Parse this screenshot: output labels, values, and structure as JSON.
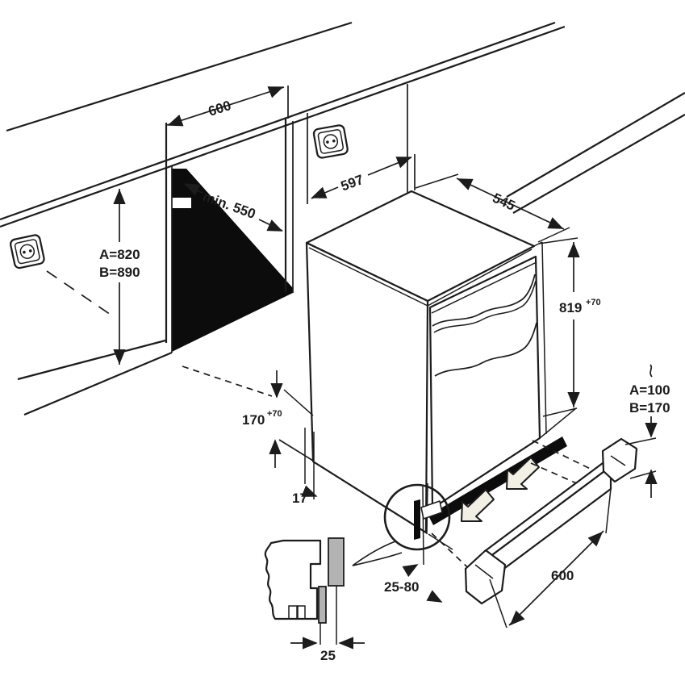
{
  "diagram": {
    "type": "appliance-installation-diagram",
    "subject": "Built-under appliance niche, clearances and plinth installation",
    "labels": {
      "niche_width": "600",
      "niche_depth": "min. 550",
      "niche_height_a": "A=820",
      "niche_height_b": "B=890",
      "appliance_width": "597",
      "appliance_depth": "545",
      "appliance_height": "819",
      "appliance_height_tolerance": "+70",
      "plinth_recess_height": "170",
      "plinth_recess_tolerance": "+70",
      "side_gap": "17",
      "plinth_panel_height_a": "A=100",
      "plinth_panel_height_b": "B=170",
      "plinth_adjust_range": "25-80",
      "plinth_board_length": "600",
      "plinth_panel_thickness": "25"
    },
    "icons": [
      "wall-socket-icon",
      "wall-socket-icon",
      "magnifier-circle-icon",
      "removal-arrow-icon",
      "removal-arrow-icon"
    ],
    "colors": {
      "line": "#1c1c1c",
      "niche_fill": "#0c0c0c",
      "panel_gray": "#b3b3b3",
      "arrow_fill": "#f2efe4",
      "background": "#ffffff"
    }
  }
}
